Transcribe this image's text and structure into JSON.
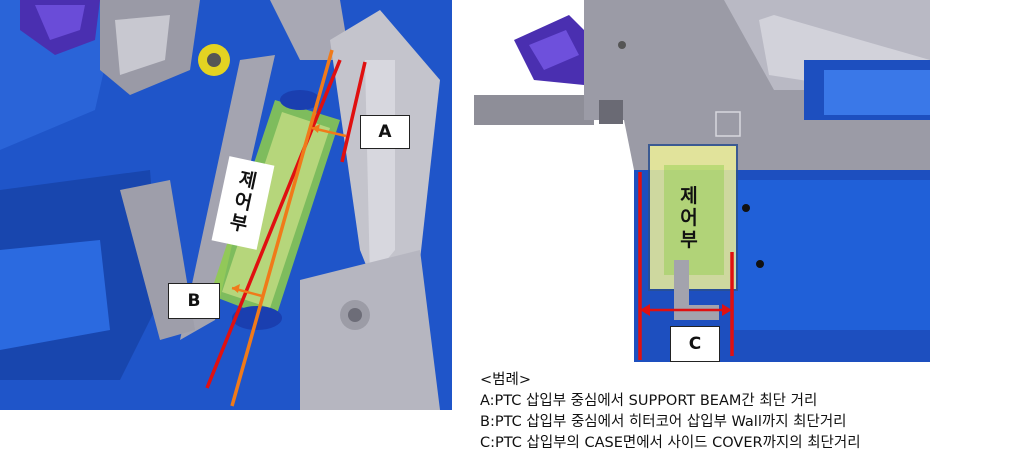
{
  "left_panel": {
    "label_a": "A",
    "label_b": "B",
    "control_label": "제\n어\n부"
  },
  "right_panel": {
    "label_c": "C",
    "control_label": "제\n어\n부"
  },
  "legend": {
    "title": "<범례>",
    "items": [
      "A:PTC  삽입부 중심에서 SUPPORT  BEAM간 최단 거리",
      "B:PTC  삽입부 중심에서 히터코어 삽입부 Wall까지  최단거리",
      "C:PTC  삽입부의 CASE면에서 사이드 COVER까지의 최단거리"
    ]
  },
  "colors": {
    "case_blue": "#1d4fbf",
    "dark_blue": "#0e2f86",
    "frame_gray": "#b9b9c2",
    "marker_red": "#e01010",
    "arrow_orange": "#f07a1a",
    "ptc_green": "#8fcf4a",
    "ptc_yellow": "#eef09a"
  }
}
